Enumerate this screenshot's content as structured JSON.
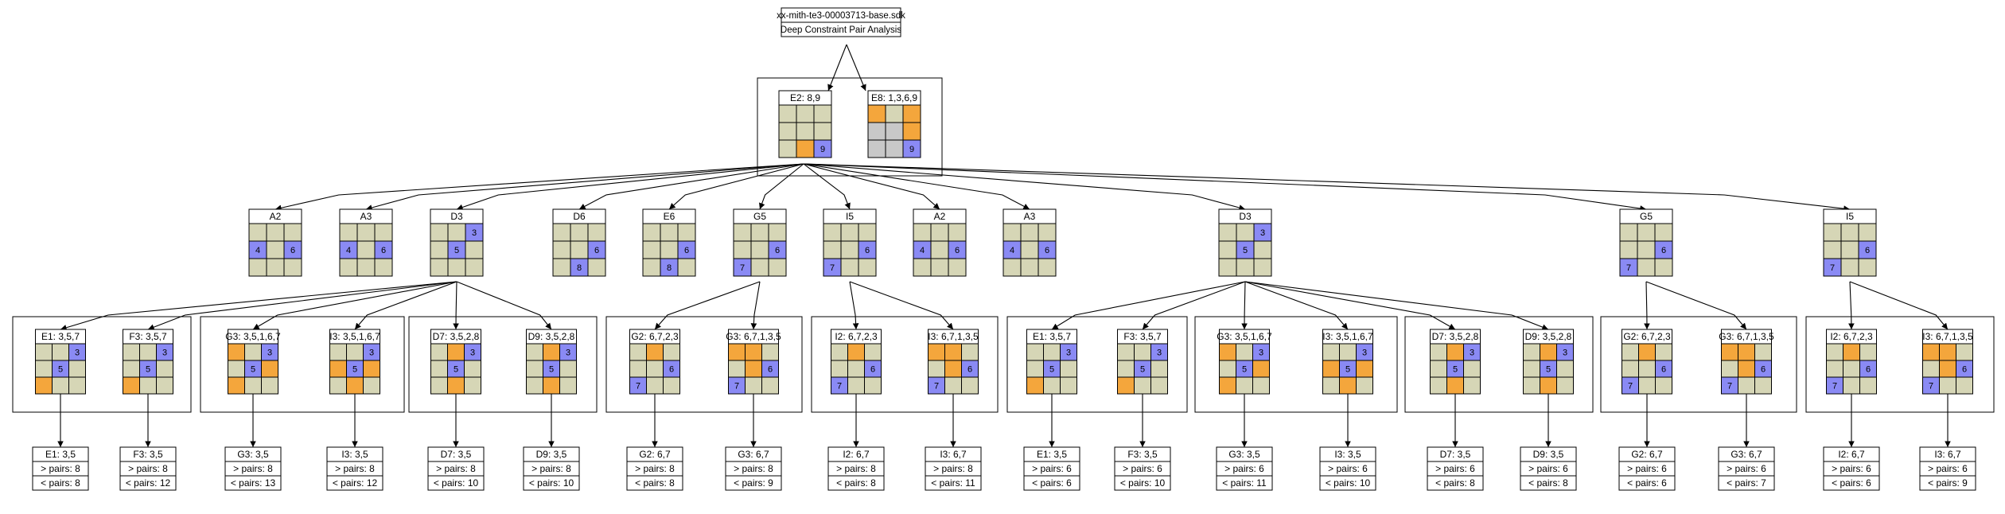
{
  "colors": {
    "empty": "#d6d6b6",
    "candidate": "#f4a63c",
    "value": "#8a8af4",
    "gray": "#c8c8c8",
    "line": "#000000",
    "box": "#ffffff"
  },
  "header": {
    "file": "xx-mith-te3-00003713-base.sdk",
    "title": "Deep Constraint Pair Analysis"
  },
  "pair": [
    {
      "label": "E2: 8,9",
      "cells": [
        "e",
        "e",
        "e",
        "e",
        "e",
        "e",
        "e",
        "c",
        "v9"
      ]
    },
    {
      "label": "E8: 1,3,6,9",
      "cells": [
        "c",
        "e",
        "c",
        "g",
        "g",
        "c",
        "g",
        "g",
        "v9"
      ]
    }
  ],
  "houses": [
    {
      "label": "A2",
      "cells": [
        "e",
        "e",
        "e",
        "v4",
        "e",
        "v6",
        "e",
        "e",
        "e"
      ]
    },
    {
      "label": "A3",
      "cells": [
        "e",
        "e",
        "e",
        "v4",
        "e",
        "v6",
        "e",
        "e",
        "e"
      ]
    },
    {
      "label": "D3",
      "cells": [
        "e",
        "e",
        "v3",
        "e",
        "v5",
        "e",
        "e",
        "e",
        "e"
      ]
    },
    {
      "label": "D6",
      "cells": [
        "e",
        "e",
        "e",
        "e",
        "e",
        "v6",
        "e",
        "v8",
        "e"
      ]
    },
    {
      "label": "E6",
      "cells": [
        "e",
        "e",
        "e",
        "e",
        "e",
        "v6",
        "e",
        "v8",
        "e"
      ]
    },
    {
      "label": "G5",
      "cells": [
        "e",
        "e",
        "e",
        "e",
        "e",
        "v6",
        "v7",
        "e",
        "e"
      ]
    },
    {
      "label": "I5",
      "cells": [
        "e",
        "e",
        "e",
        "e",
        "e",
        "v6",
        "v7",
        "e",
        "e"
      ]
    },
    {
      "label": "A2",
      "cells": [
        "e",
        "e",
        "e",
        "v4",
        "e",
        "v6",
        "e",
        "e",
        "e"
      ]
    },
    {
      "label": "A3",
      "cells": [
        "e",
        "e",
        "e",
        "v4",
        "e",
        "v6",
        "e",
        "e",
        "e"
      ]
    },
    {
      "label": "D3",
      "cells": [
        "e",
        "e",
        "v3",
        "e",
        "v5",
        "e",
        "e",
        "e",
        "e"
      ]
    },
    {
      "label": "G5",
      "cells": [
        "e",
        "e",
        "e",
        "e",
        "e",
        "v6",
        "v7",
        "e",
        "e"
      ]
    },
    {
      "label": "I5",
      "cells": [
        "e",
        "e",
        "e",
        "e",
        "e",
        "v6",
        "v7",
        "e",
        "e"
      ]
    }
  ],
  "groups": [
    {
      "items": [
        {
          "label": "E1: 3,5,7",
          "cells": [
            "e",
            "e",
            "v3",
            "e",
            "v5",
            "e",
            "c",
            "e",
            "e"
          ],
          "result": {
            "title": "E1: 3,5",
            "gt": "> pairs: 8",
            "lt": "< pairs: 8"
          }
        },
        {
          "label": "F3: 3,5,7",
          "cells": [
            "e",
            "e",
            "v3",
            "e",
            "v5",
            "e",
            "c",
            "e",
            "e"
          ],
          "result": {
            "title": "F3: 3,5",
            "gt": "> pairs: 8",
            "lt": "< pairs: 12"
          }
        }
      ]
    },
    {
      "items": [
        {
          "label": "G3: 3,5,1,6,7",
          "cells": [
            "c",
            "e",
            "v3",
            "e",
            "v5",
            "c",
            "c",
            "e",
            "e"
          ],
          "result": {
            "title": "G3: 3,5",
            "gt": "> pairs: 8",
            "lt": "< pairs: 13"
          }
        },
        {
          "label": "I3: 3,5,1,6,7",
          "cells": [
            "e",
            "e",
            "v3",
            "c",
            "v5",
            "c",
            "e",
            "c",
            "e"
          ],
          "result": {
            "title": "I3: 3,5",
            "gt": "> pairs: 8",
            "lt": "< pairs: 12"
          }
        }
      ]
    },
    {
      "items": [
        {
          "label": "D7: 3,5,2,8",
          "cells": [
            "e",
            "c",
            "v3",
            "e",
            "v5",
            "e",
            "e",
            "c",
            "e"
          ],
          "result": {
            "title": "D7: 3,5",
            "gt": "> pairs: 8",
            "lt": "< pairs: 10"
          }
        },
        {
          "label": "D9: 3,5,2,8",
          "cells": [
            "e",
            "c",
            "v3",
            "e",
            "v5",
            "e",
            "e",
            "c",
            "e"
          ],
          "result": {
            "title": "D9: 3,5",
            "gt": "> pairs: 8",
            "lt": "< pairs: 10"
          }
        }
      ]
    },
    {
      "items": [
        {
          "label": "G2: 6,7,2,3",
          "cells": [
            "e",
            "c",
            "e",
            "e",
            "e",
            "v6",
            "v7",
            "e",
            "e"
          ],
          "result": {
            "title": "G2: 6,7",
            "gt": "> pairs: 8",
            "lt": "< pairs: 8"
          }
        },
        {
          "label": "G3: 6,7,1,3,5",
          "cells": [
            "c",
            "c",
            "e",
            "e",
            "c",
            "v6",
            "v7",
            "e",
            "e"
          ],
          "result": {
            "title": "G3: 6,7",
            "gt": "> pairs: 8",
            "lt": "< pairs: 9"
          }
        }
      ]
    },
    {
      "items": [
        {
          "label": "I2: 6,7,2,3",
          "cells": [
            "e",
            "c",
            "e",
            "e",
            "e",
            "v6",
            "v7",
            "e",
            "e"
          ],
          "result": {
            "title": "I2: 6,7",
            "gt": "> pairs: 8",
            "lt": "< pairs: 8"
          }
        },
        {
          "label": "I3: 6,7,1,3,5",
          "cells": [
            "c",
            "c",
            "e",
            "e",
            "c",
            "v6",
            "v7",
            "e",
            "e"
          ],
          "result": {
            "title": "I3: 6,7",
            "gt": "> pairs: 8",
            "lt": "< pairs: 11"
          }
        }
      ]
    },
    {
      "items": [
        {
          "label": "E1: 3,5,7",
          "cells": [
            "e",
            "e",
            "v3",
            "e",
            "v5",
            "e",
            "c",
            "e",
            "e"
          ],
          "result": {
            "title": "E1: 3,5",
            "gt": "> pairs: 6",
            "lt": "< pairs: 6"
          }
        },
        {
          "label": "F3: 3,5,7",
          "cells": [
            "e",
            "e",
            "v3",
            "e",
            "v5",
            "e",
            "c",
            "e",
            "e"
          ],
          "result": {
            "title": "F3: 3,5",
            "gt": "> pairs: 6",
            "lt": "< pairs: 10"
          }
        }
      ]
    },
    {
      "items": [
        {
          "label": "G3: 3,5,1,6,7",
          "cells": [
            "c",
            "e",
            "v3",
            "e",
            "v5",
            "c",
            "c",
            "e",
            "e"
          ],
          "result": {
            "title": "G3: 3,5",
            "gt": "> pairs: 6",
            "lt": "< pairs: 11"
          }
        },
        {
          "label": "I3: 3,5,1,6,7",
          "cells": [
            "e",
            "e",
            "v3",
            "c",
            "v5",
            "c",
            "e",
            "c",
            "e"
          ],
          "result": {
            "title": "I3: 3,5",
            "gt": "> pairs: 6",
            "lt": "< pairs: 10"
          }
        }
      ]
    },
    {
      "items": [
        {
          "label": "D7: 3,5,2,8",
          "cells": [
            "e",
            "c",
            "v3",
            "e",
            "v5",
            "e",
            "e",
            "c",
            "e"
          ],
          "result": {
            "title": "D7: 3,5",
            "gt": "> pairs: 6",
            "lt": "< pairs: 8"
          }
        },
        {
          "label": "D9: 3,5,2,8",
          "cells": [
            "e",
            "c",
            "v3",
            "e",
            "v5",
            "e",
            "e",
            "c",
            "e"
          ],
          "result": {
            "title": "D9: 3,5",
            "gt": "> pairs: 6",
            "lt": "< pairs: 8"
          }
        }
      ]
    },
    {
      "items": [
        {
          "label": "G2: 6,7,2,3",
          "cells": [
            "e",
            "c",
            "e",
            "e",
            "e",
            "v6",
            "v7",
            "e",
            "e"
          ],
          "result": {
            "title": "G2: 6,7",
            "gt": "> pairs: 6",
            "lt": "< pairs: 6"
          }
        },
        {
          "label": "G3: 6,7,1,3,5",
          "cells": [
            "c",
            "c",
            "e",
            "e",
            "c",
            "v6",
            "v7",
            "e",
            "e"
          ],
          "result": {
            "title": "G3: 6,7",
            "gt": "> pairs: 6",
            "lt": "< pairs: 7"
          }
        }
      ]
    },
    {
      "items": [
        {
          "label": "I2: 6,7,2,3",
          "cells": [
            "e",
            "c",
            "e",
            "e",
            "e",
            "v6",
            "v7",
            "e",
            "e"
          ],
          "result": {
            "title": "I2: 6,7",
            "gt": "> pairs: 6",
            "lt": "< pairs: 6"
          }
        },
        {
          "label": "I3: 6,7,1,3,5",
          "cells": [
            "c",
            "c",
            "e",
            "e",
            "c",
            "v6",
            "v7",
            "e",
            "e"
          ],
          "result": {
            "title": "I3: 6,7",
            "gt": "> pairs: 6",
            "lt": "< pairs: 9"
          }
        }
      ]
    }
  ]
}
